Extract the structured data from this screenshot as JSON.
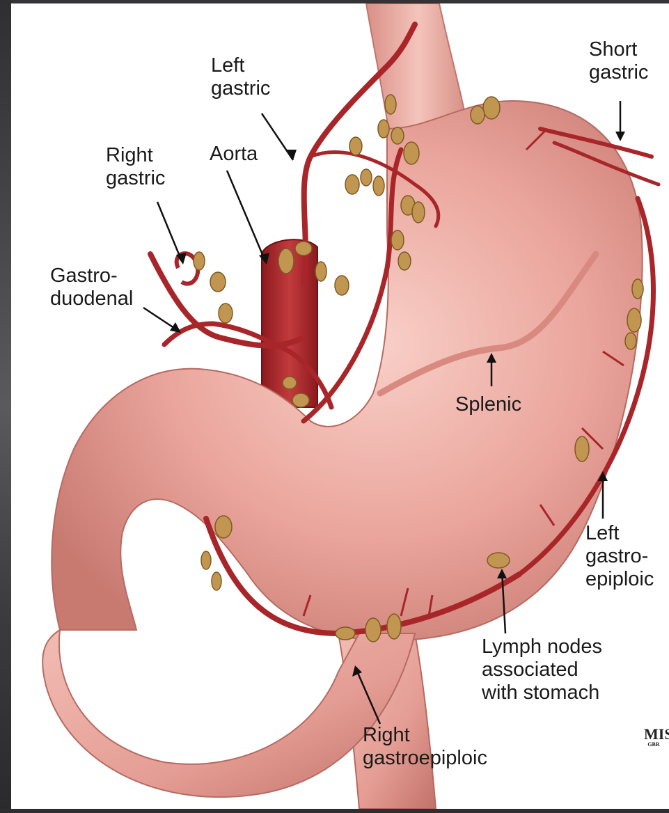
{
  "labels": {
    "left_gastric": "Left\ngastric",
    "short_gastric": "Short\ngastric",
    "right_gastric": "Right\ngastric",
    "aorta": "Aorta",
    "gastroduodenal": "Gastro-\nduodenal",
    "splenic": "Splenic",
    "left_gastroepiploic": "Left\ngastro-\nepiploic",
    "lymph_nodes": "Lymph nodes\nassociated\nwith stomach",
    "right_gastroepiploic": "Right\ngastroepiploic"
  },
  "logo": {
    "big": "MIS",
    "small": "GBR"
  },
  "colors": {
    "stomach": "#e9a39a",
    "stomach_light": "#f5c6bd",
    "stomach_shadow": "#c97b72",
    "artery": "#a8262a",
    "artery_dark": "#7e1519",
    "lymph_node": "#b88a45",
    "lymph_node_light": "#e2c28a",
    "background": "#ffffff",
    "frame": "#3a3a3c"
  }
}
